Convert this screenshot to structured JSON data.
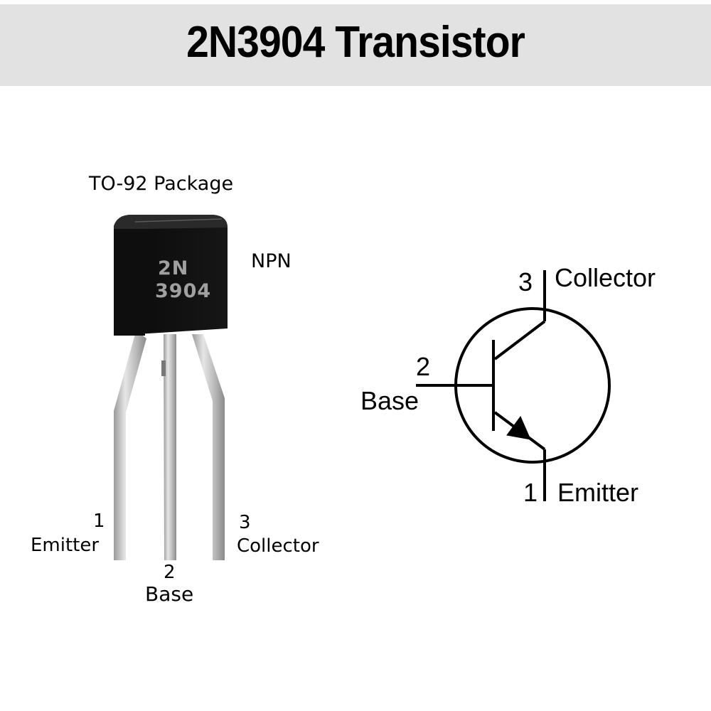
{
  "header": {
    "title": "2N3904 Transistor"
  },
  "package": {
    "title": "TO-92 Package",
    "type_label": "NPN",
    "marking_line1": "2N",
    "marking_line2": "3904",
    "pins": [
      {
        "number": "1",
        "name": "Emitter"
      },
      {
        "number": "2",
        "name": "Base"
      },
      {
        "number": "3",
        "name": "Collector"
      }
    ]
  },
  "schematic": {
    "pins": [
      {
        "number": "3",
        "name": "Collector"
      },
      {
        "number": "2",
        "name": "Base"
      },
      {
        "number": "1",
        "name": "Emitter"
      }
    ]
  },
  "colors": {
    "banner_bg": "#e2e2e2",
    "body_black": "#111111",
    "marking_gray": "#9a9a9a",
    "lead_silver": "#c8c8c8"
  }
}
